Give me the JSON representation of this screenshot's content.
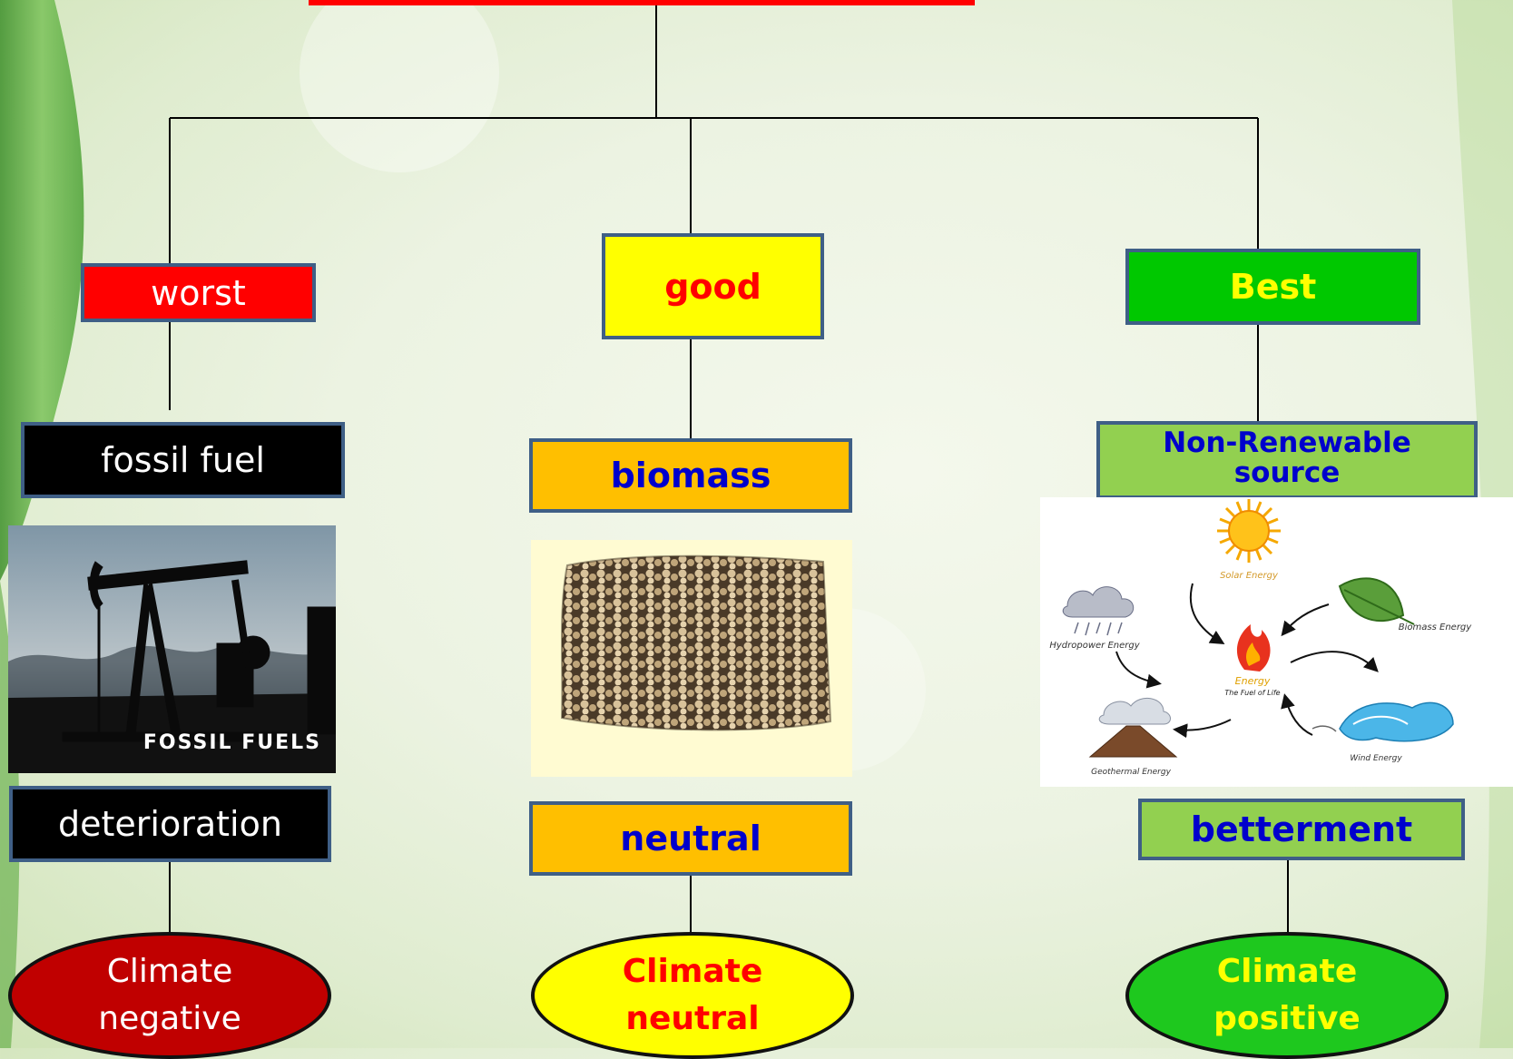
{
  "columns": {
    "left": {
      "rating": "worst",
      "source": "fossil_fuel",
      "source_text": "fossil fuel",
      "image_caption": "FOSSIL FUELS",
      "effect": "deterioration",
      "outcome_line1": "Climate",
      "outcome_line2": "negative"
    },
    "middle": {
      "rating": "good",
      "source_text": "biomass",
      "effect": "neutral",
      "outcome_line1": "Climate",
      "outcome_line2": "neutral"
    },
    "right": {
      "rating": "Best",
      "source_line1": "Non-Renewable",
      "source_line2": "source",
      "effect": "betterment",
      "outcome_line1": "Climate",
      "outcome_line2": "positive"
    }
  },
  "energy_cycle": {
    "solar": "Solar Energy",
    "biomass": "Biomass Energy",
    "hydropower": "Hydropower Energy",
    "center_title": "Energy",
    "center_subtitle": "The Fuel of Life",
    "geothermal": "Geothermal Energy",
    "wind": "Wind Energy"
  },
  "colors": {
    "red": "#ff0000",
    "yellow": "#ffff00",
    "green": "#00c800",
    "orange": "#ffbf00",
    "light_green": "#92d050",
    "dark_red": "#c00000",
    "blue_text": "#0000cc"
  }
}
